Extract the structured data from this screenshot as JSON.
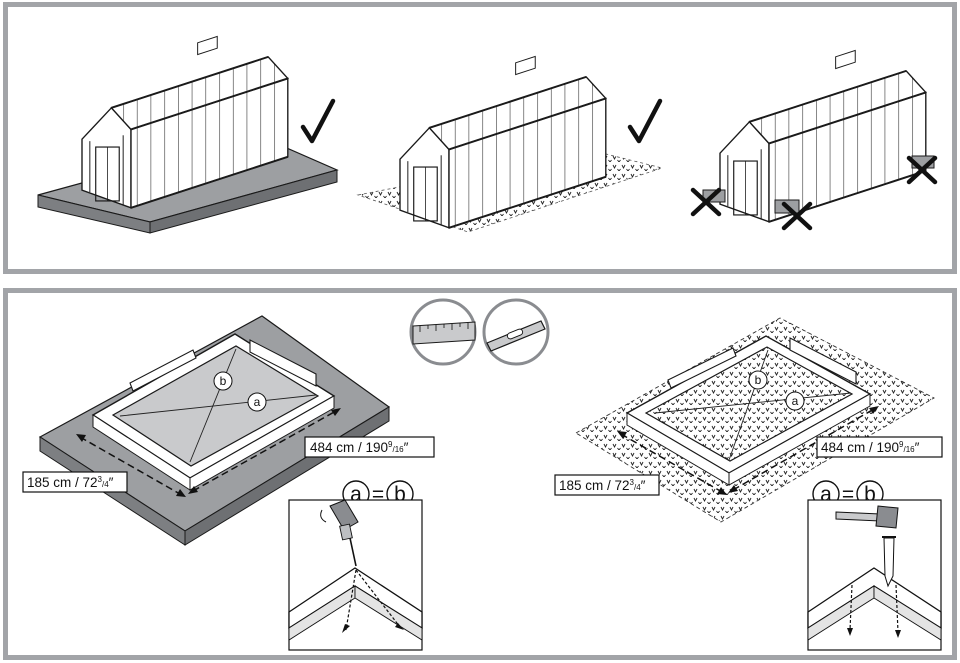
{
  "top_row": {
    "scenes": [
      {
        "surface": "concrete-slab",
        "verdict": "check-icon"
      },
      {
        "surface": "level-ground",
        "verdict": "check-icon"
      },
      {
        "surface": "blocks-under-corners",
        "verdict": "cross-icon"
      }
    ]
  },
  "bottom_row": {
    "tools": [
      "tape-measure-icon",
      "spirit-level-icon"
    ],
    "left": {
      "length": {
        "main": "484 cm / 190",
        "sup": "9",
        "den": "/16",
        "unit": "″"
      },
      "width": {
        "main": "185 cm / 72",
        "sup": "3",
        "den": "/4",
        "unit": "″"
      },
      "diag_a": "a",
      "diag_b": "b",
      "eq": {
        "left": "a",
        "sign": "=",
        "right": "b"
      },
      "tool": "drill-icon"
    },
    "right": {
      "length": {
        "main": "484 cm / 190",
        "sup": "9",
        "den": "/16",
        "unit": "″"
      },
      "width": {
        "main": "185 cm / 72",
        "sup": "3",
        "den": "/4",
        "unit": "″"
      },
      "diag_a": "a",
      "diag_b": "b",
      "eq": {
        "left": "a",
        "sign": "=",
        "right": "b"
      },
      "tool": "hammer-icon"
    }
  },
  "colors": {
    "frame": "#a2a4a8",
    "slab_top": "#9d9fa2",
    "slab_side": "#7d7f82",
    "ink": "#1a1a1a"
  }
}
